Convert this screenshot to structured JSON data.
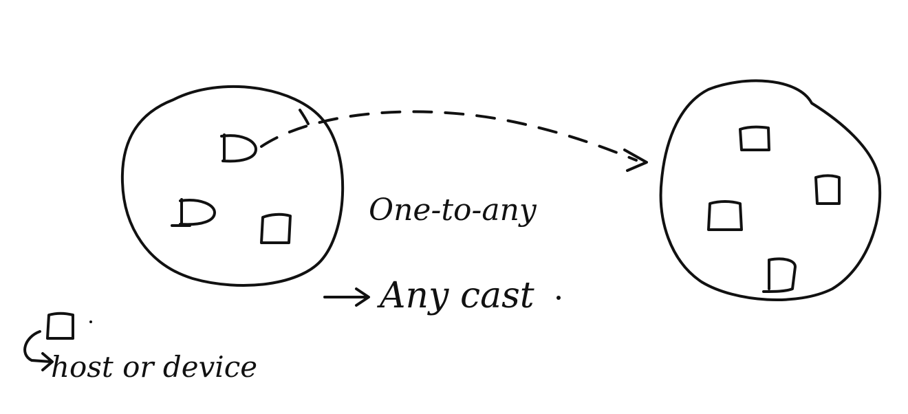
{
  "diagram": {
    "arrow_label": "One-to-any",
    "concept_label": "Any cast",
    "legend_label": "host or device"
  },
  "colors": {
    "ink": "#111111",
    "background": "#ffffff"
  }
}
